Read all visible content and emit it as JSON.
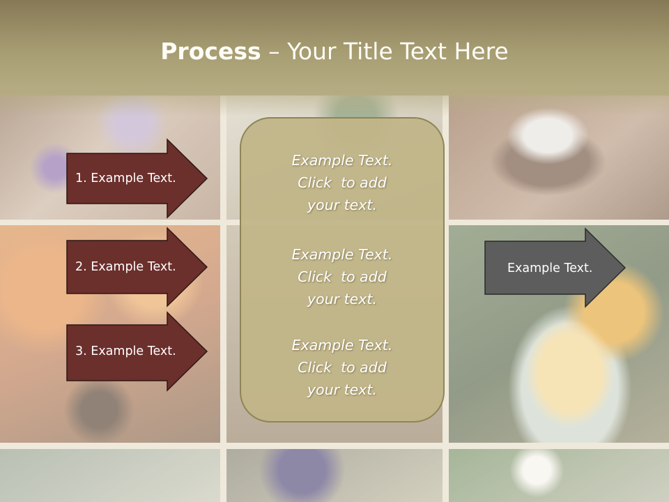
{
  "slide": {
    "title_bold": "Process",
    "title_rest": " – Your Title Text Here"
  },
  "left_steps": [
    {
      "label": "1. Example Text."
    },
    {
      "label": "2. Example Text."
    },
    {
      "label": "3. Example Text."
    }
  ],
  "center_panel": {
    "blocks": [
      {
        "line1": "Example Text.",
        "line2": "Click  to add",
        "line3": "your text."
      },
      {
        "line1": "Example Text.",
        "line2": "Click  to add",
        "line3": "your text."
      },
      {
        "line1": "Example Text.",
        "line2": "Click  to add",
        "line3": "your text."
      }
    ]
  },
  "right_output": {
    "label": "Example Text."
  },
  "colors": {
    "step_arrow_fill": "#6b2f2c",
    "output_arrow_fill": "#5d5d5d",
    "title_bar": "#a59b6f",
    "panel_fill": "#c1b588"
  }
}
